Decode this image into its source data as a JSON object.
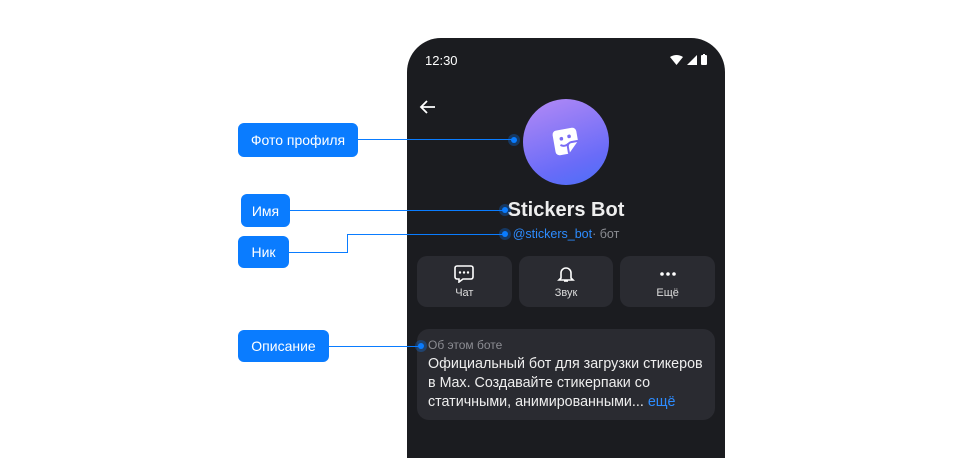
{
  "status": {
    "time": "12:30"
  },
  "profile": {
    "name": "Stickers Bot",
    "nick": "@stickers_bot",
    "nick_suffix": "· бот"
  },
  "actions": [
    {
      "label": "Чат",
      "icon": "chat-icon"
    },
    {
      "label": "Звук",
      "icon": "bell-icon"
    },
    {
      "label": "Ещё",
      "icon": "more-icon"
    }
  ],
  "description": {
    "title": "Об этом боте",
    "text": "Официальный бот для загрузки стикеров в Max. Создавайте стикерпаки со статичными, анимированными...",
    "more": "ещё"
  },
  "annotations": {
    "photo": "Фото профиля",
    "name": "Имя",
    "nick": "Ник",
    "description": "Описание"
  },
  "colors": {
    "accent": "#0a7cff",
    "avatar_from": "#b48af5",
    "avatar_to": "#4a6ef7",
    "background": "#1b1c20"
  }
}
